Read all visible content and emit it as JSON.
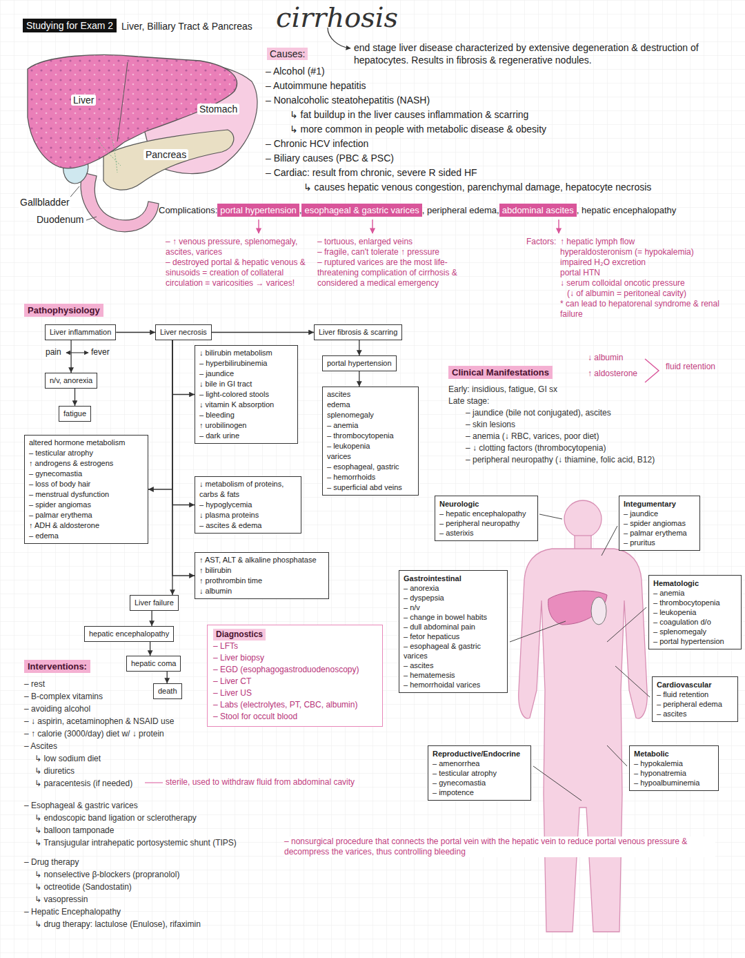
{
  "diagram": {
    "title": "cirrhosis",
    "nodes": [
      {
        "text": [
          "Liver inflammation"
        ]
      },
      {
        "text": [
          "Liver necrosis"
        ]
      },
      {
        "text": [
          "Liver fibrosis & scarring"
        ]
      },
      {
        "text": [
          "n/v, anorexia"
        ]
      },
      {
        "text": [
          "fatigue"
        ]
      },
      {
        "text": [
          "↓ bilirubin metabolism",
          "– hyperbilirubinemia",
          "– jaundice",
          "↓ bile in GI tract",
          "– light-colored stools",
          "↓ vitamin K absorption",
          "– bleeding",
          "↑ urobilinogen",
          "– dark urine"
        ]
      },
      {
        "text": [
          "portal hypertension"
        ]
      },
      {
        "text": [
          "ascites",
          "edema",
          "splenomegaly",
          "– anemia",
          "– thrombocytopenia",
          "– leukopenia",
          "varices",
          "– esophageal, gastric",
          "– hemorrhoids",
          "– superficial abd veins"
        ]
      },
      {
        "text": [
          "altered hormone metabolism",
          "– testicular atrophy",
          "↑ androgens & estrogens",
          "– gynecomastia",
          "– loss of body hair",
          "– menstrual dysfunction",
          "– spider angiomas",
          "– palmar erythema",
          "↑ ADH & aldosterone",
          "– edema"
        ]
      },
      {
        "text": [
          "↓ metabolism of proteins, carbs & fats",
          "– hypoglycemia",
          "↓ plasma proteins",
          "– ascites & edema"
        ]
      },
      {
        "text": [
          "↑ AST, ALT & alkaline phosphatase",
          "↑ bilirubin",
          "↑ prothrombin time",
          "↓ albumin"
        ]
      },
      {
        "text": [
          "Liver failure"
        ]
      },
      {
        "text": [
          "hepatic encephalopathy"
        ]
      },
      {
        "text": [
          "hepatic coma"
        ]
      },
      {
        "text": [
          "death"
        ]
      },
      {
        "text": [
          "Diagnostics",
          "– LFTs",
          "– Liver biopsy",
          "– EGD (esophagogastroduodenoscopy)",
          "– Liver CT",
          "– Liver US",
          "– Labs (electrolytes, PT, CBC, albumin)",
          "– Stool for occult blood"
        ]
      },
      {
        "text": [
          "Neurologic",
          "– hepatic encephalopathy",
          "– peripheral neuropathy",
          "– asterixis"
        ]
      },
      {
        "text": [
          "Integumentary",
          "– jaundice",
          "– spider angiomas",
          "– palmar erythema",
          "– pruritus"
        ]
      },
      {
        "text": [
          "Gastrointestinal",
          "– anorexia",
          "– dyspepsia",
          "– n/v",
          "– change in bowel habits",
          "– dull abdominal pain",
          "– fetor hepaticus",
          "– esophageal & gastric varices",
          "– ascites",
          "– hematemesis",
          "– hemorrhoidal varices"
        ]
      },
      {
        "text": [
          "Hematologic",
          "– anemia",
          "– thrombocytopenia",
          "– leukopenia",
          "– coagulation d/o",
          "– splenomegaly",
          "– portal hypertension"
        ]
      },
      {
        "text": [
          "Cardiovascular",
          "– fluid retention",
          "– peripheral edema",
          "– ascites"
        ]
      },
      {
        "text": [
          "Reproductive/Endocrine",
          "– amenorrhea",
          "– testicular atrophy",
          "– gynecomastia",
          "– impotence"
        ]
      },
      {
        "text": [
          "Metabolic",
          "– hypokalemia",
          "– hyponatremia",
          "– hypoalbuminemia"
        ]
      }
    ],
    "edges": [
      {
        "from": 0,
        "to": 1,
        "arrow": "to"
      },
      {
        "from": 1,
        "to": 2,
        "arrow": "to"
      },
      {
        "from": 0,
        "to": 3,
        "arrow": "to"
      },
      {
        "from": 3,
        "to": 4,
        "arrow": "to"
      },
      {
        "from": 2,
        "to": 6,
        "arrow": "to"
      },
      {
        "from": 6,
        "to": 7,
        "arrow": "to"
      },
      {
        "from": 1,
        "to": 5,
        "arrow": "to"
      },
      {
        "from": 1,
        "to": 9,
        "arrow": "to"
      },
      {
        "from": 1,
        "to": 10,
        "arrow": "to"
      },
      {
        "from": 1,
        "to": 8,
        "arrow": "to"
      },
      {
        "from": 1,
        "to": 11,
        "arrow": "to"
      },
      {
        "from": 11,
        "to": 12,
        "arrow": "to"
      },
      {
        "from": 12,
        "to": 13,
        "arrow": "to"
      },
      {
        "from": 13,
        "to": 14,
        "arrow": "to"
      }
    ],
    "labels": [
      "Studying for Exam 2",
      "Liver, Billiary Tract & Pancreas",
      "end stage liver disease characterized by extensive degeneration & destruction of hepatocytes. Results in fibrosis & regenerative nodules.",
      "Liver",
      "Stomach",
      "Pancreas",
      "Gallbladder",
      "Duodenum",
      "Causes:",
      "– Alcohol (#1)",
      "– Autoimmune hepatitis",
      "– Nonalcoholic steatohepatitis (NASH)",
      "↳ fat buildup in the liver causes inflammation & scarring",
      "↳ more common in people with metabolic disease & obesity",
      "– Chronic HCV infection",
      "– Biliary causes (PBC & PSC)",
      "– Cardiac: result from chronic, severe R sided HF",
      "↳ causes hepatic venous congestion, parenchymal damage, hepatocyte necrosis",
      "Complications:",
      "portal hypertension",
      ",",
      "esophageal & gastric varices",
      ", peripheral edema,",
      "abdominal ascites",
      ", hepatic encephalopathy",
      "– ↑ venous pressure, splenomegaly, ascites, varices",
      "– destroyed portal & hepatic venous & sinusoids = creation of collateral circulation = varicosities → varices!",
      "– tortuous, enlarged veins",
      "– fragile, can't tolerate ↑ pressure",
      "– ruptured varices are the most life-threatening complication of cirrhosis & considered a medical emergency",
      "Factors:",
      "↑ hepatic lymph flow",
      "hyperaldosteronism (= hypokalemia)",
      "impaired H₂O excretion",
      "portal HTN",
      "↓ serum colloidal oncotic pressure",
      "(↓ of albumin = peritoneal cavity)",
      "* can lead to hepatorenal syndrome & renal failure",
      "Pathophysiology",
      "pain",
      "fever",
      "Clinical Manifestations",
      "↓ albumin",
      "↑ aldosterone",
      "fluid retention",
      "Early: insidious, fatigue, GI sx",
      "Late stage:",
      "– jaundice (bile not conjugated), ascites",
      "– skin lesions",
      "– anemia (↓ RBC, varices, poor diet)",
      "– ↓ clotting factors (thrombocytopenia)",
      "– peripheral neuropathy (↓ thiamine, folic acid, B12)",
      "Interventions:",
      "– rest",
      "– B-complex vitamins",
      "– avoiding alcohol",
      "– ↓ aspirin, acetaminophen & NSAID use",
      "– ↑ calorie (3000/day) diet w/ ↓ protein",
      "– Ascites",
      "↳ low sodium diet",
      "↳ diuretics",
      "↳ paracentesis (if needed)",
      "sterile, used to withdraw fluid from abdominal cavity",
      "– Esophageal & gastric varices",
      "↳ endoscopic band ligation or sclerotherapy",
      "↳ balloon tamponade",
      "↳ Transjugular intrahepatic portosystemic shunt (TIPS)",
      "– nonsurgical procedure that connects the portal vein with the hepatic vein to reduce portal venous pressure & decompress the varices, thus controlling bleeding",
      "– Drug therapy",
      "↳ nonselective β-blockers (propranolol)",
      "↳ octreotide (Sandostatin)",
      "↳ vasopressin",
      "– Hepatic Encephalopathy",
      "↳ drug therapy: lactulose (Enulose), rifaximin"
    ]
  }
}
